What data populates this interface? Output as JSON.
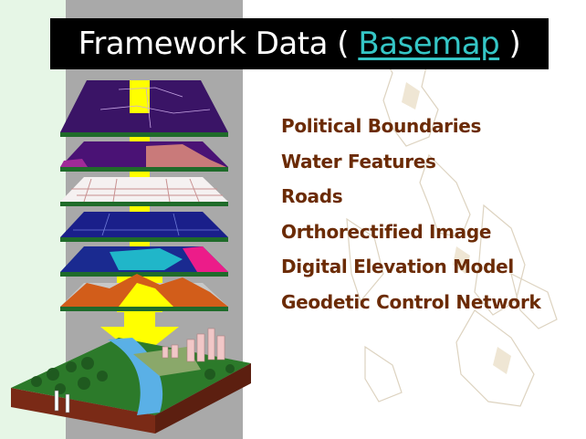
{
  "title": {
    "prefix": "Framework Data ( ",
    "link": "Basemap",
    "suffix": " )"
  },
  "layers": [
    "Political Boundaries",
    "Water Features",
    "Roads",
    "Orthorectified Image",
    "Digital Elevation Model",
    "Geodetic Control Network"
  ],
  "colors": {
    "title_bar": "#000000",
    "title_text": "#ffffff",
    "title_link": "#35c6c6",
    "layer_text": "#6b2b05",
    "gray_column": "#a9a9a9",
    "left_band": "#e6f6e6",
    "arrow": "#ffff00",
    "layer_edge": "#1f6b2a"
  },
  "icons": [
    "philippines-map-watermark",
    "stacked-layers-illustration",
    "terrain-block-illustration"
  ]
}
